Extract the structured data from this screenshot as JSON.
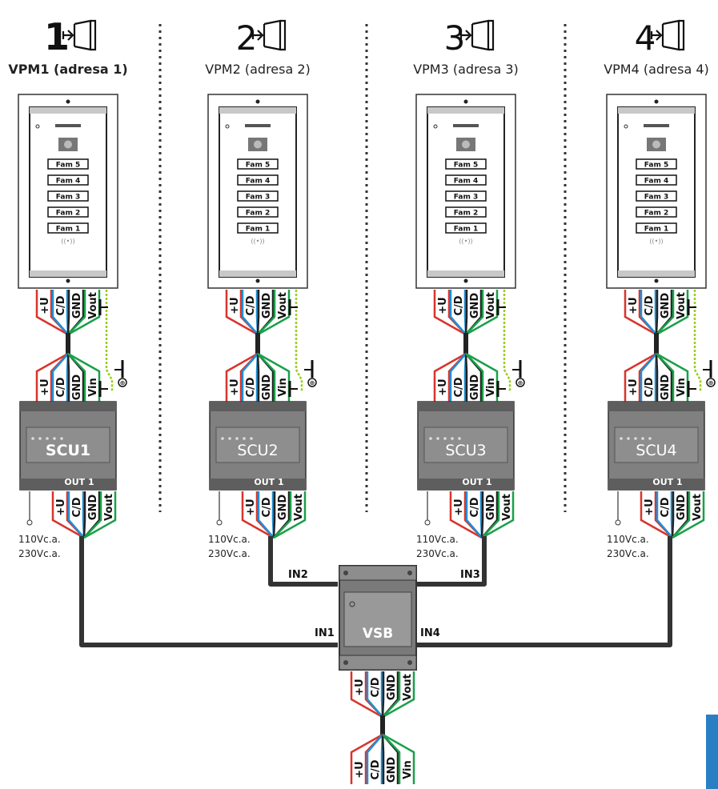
{
  "entrances": [
    {
      "number": "1",
      "label": "VPM1 (adresa 1)",
      "scu": "SCU1",
      "bold": true
    },
    {
      "number": "2",
      "label": "VPM2 (adresa 2)",
      "scu": "SCU2",
      "bold": false
    },
    {
      "number": "3",
      "label": "VPM3 (adresa 3)",
      "scu": "SCU3",
      "bold": false
    },
    {
      "number": "4",
      "label": "VPM4 (adresa 4)",
      "scu": "SCU4",
      "bold": false
    }
  ],
  "panel_buttons": [
    "Fam 5",
    "Fam 4",
    "Fam 3",
    "Fam 2",
    "Fam 1"
  ],
  "scu_output": "OUT 1",
  "wires_top": [
    "+U",
    "C/D",
    "GND",
    "Vout"
  ],
  "wires_in": [
    "+U",
    "C/D",
    "GND",
    "Vin"
  ],
  "wires_out": [
    "+U",
    "C/D",
    "GND",
    "Vout"
  ],
  "mains": [
    "110Vc.a.",
    "230Vc.a."
  ],
  "vsb": {
    "label": "VSB",
    "inputs": [
      "IN1",
      "IN2",
      "IN3",
      "IN4"
    ]
  },
  "vsb_out_wires": [
    "+U",
    "C/D",
    "GND",
    "Vout"
  ],
  "bottom_wires": [
    "+U",
    "C/D",
    "GND",
    "Vin"
  ],
  "colors": {
    "red": "#d8342c",
    "blue": "#1f8fd6",
    "black": "#222222",
    "green": "#1aa04a",
    "earth": "#9ccf1e",
    "accent": "#2a7fc4",
    "scu_body": "#808080",
    "scu_dark": "#5e5e5e"
  }
}
